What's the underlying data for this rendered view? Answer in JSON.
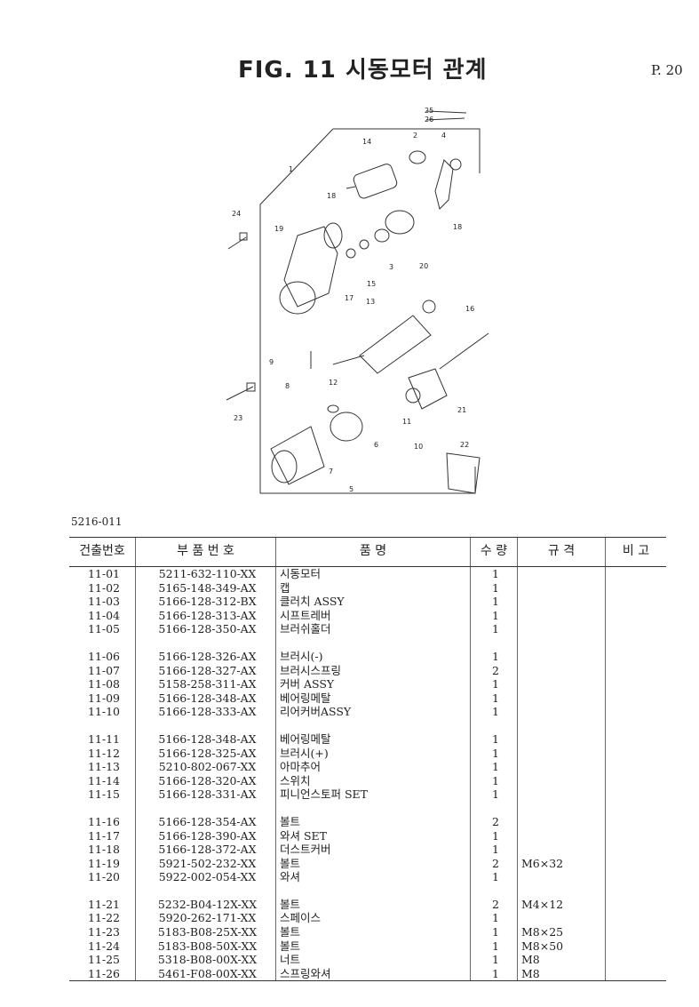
{
  "header": {
    "title": "FIG. 11 시동모터 관계",
    "page": "P. 20"
  },
  "diagram": {
    "labels": [
      "25",
      "26",
      "14",
      "2",
      "4",
      "1",
      "18",
      "24",
      "19",
      "18",
      "3",
      "17",
      "15",
      "20",
      "13",
      "16",
      "9",
      "8",
      "12",
      "23",
      "7",
      "11",
      "6",
      "21",
      "10",
      "5",
      "22"
    ]
  },
  "code": "5216-011",
  "table": {
    "headers": [
      "건출번호",
      "부 품 번 호",
      "품 명",
      "수 량",
      "규 격",
      "비 고"
    ],
    "groups": [
      [
        {
          "no": "11-01",
          "part": "5211-632-110-XX",
          "name": "시동모터",
          "qty": "1",
          "spec": ""
        },
        {
          "no": "11-02",
          "part": "5165-148-349-AX",
          "name": "캡",
          "qty": "1",
          "spec": ""
        },
        {
          "no": "11-03",
          "part": "5166-128-312-BX",
          "name": "클러치 ASSY",
          "qty": "1",
          "spec": ""
        },
        {
          "no": "11-04",
          "part": "5166-128-313-AX",
          "name": "시프트레버",
          "qty": "1",
          "spec": ""
        },
        {
          "no": "11-05",
          "part": "5166-128-350-AX",
          "name": "브러쉬홀더",
          "qty": "1",
          "spec": ""
        }
      ],
      [
        {
          "no": "11-06",
          "part": "5166-128-326-AX",
          "name": "브러시(-)",
          "qty": "1",
          "spec": ""
        },
        {
          "no": "11-07",
          "part": "5166-128-327-AX",
          "name": "브러시스프링",
          "qty": "2",
          "spec": ""
        },
        {
          "no": "11-08",
          "part": "5158-258-311-AX",
          "name": "커버 ASSY",
          "qty": "1",
          "spec": ""
        },
        {
          "no": "11-09",
          "part": "5166-128-348-AX",
          "name": "베어링메탈",
          "qty": "1",
          "spec": ""
        },
        {
          "no": "11-10",
          "part": "5166-128-333-AX",
          "name": "리어커버ASSY",
          "qty": "1",
          "spec": ""
        }
      ],
      [
        {
          "no": "11-11",
          "part": "5166-128-348-AX",
          "name": "베어링메탈",
          "qty": "1",
          "spec": ""
        },
        {
          "no": "11-12",
          "part": "5166-128-325-AX",
          "name": "브러시(+)",
          "qty": "1",
          "spec": ""
        },
        {
          "no": "11-13",
          "part": "5210-802-067-XX",
          "name": "아마추어",
          "qty": "1",
          "spec": ""
        },
        {
          "no": "11-14",
          "part": "5166-128-320-AX",
          "name": "스위치",
          "qty": "1",
          "spec": ""
        },
        {
          "no": "11-15",
          "part": "5166-128-331-AX",
          "name": "피니언스토퍼 SET",
          "qty": "1",
          "spec": ""
        }
      ],
      [
        {
          "no": "11-16",
          "part": "5166-128-354-AX",
          "name": "볼트",
          "qty": "2",
          "spec": ""
        },
        {
          "no": "11-17",
          "part": "5166-128-390-AX",
          "name": "와셔 SET",
          "qty": "1",
          "spec": ""
        },
        {
          "no": "11-18",
          "part": "5166-128-372-AX",
          "name": "더스트커버",
          "qty": "1",
          "spec": ""
        },
        {
          "no": "11-19",
          "part": "5921-502-232-XX",
          "name": "볼트",
          "qty": "2",
          "spec": "M6×32"
        },
        {
          "no": "11-20",
          "part": "5922-002-054-XX",
          "name": "와셔",
          "qty": "1",
          "spec": ""
        }
      ],
      [
        {
          "no": "11-21",
          "part": "5232-B04-12X-XX",
          "name": "볼트",
          "qty": "2",
          "spec": "M4×12"
        },
        {
          "no": "11-22",
          "part": "5920-262-171-XX",
          "name": "스페이스",
          "qty": "1",
          "spec": ""
        },
        {
          "no": "11-23",
          "part": "5183-B08-25X-XX",
          "name": "볼트",
          "qty": "1",
          "spec": "M8×25"
        },
        {
          "no": "11-24",
          "part": "5183-B08-50X-XX",
          "name": "볼트",
          "qty": "1",
          "spec": "M8×50"
        },
        {
          "no": "11-25",
          "part": "5318-B08-00X-XX",
          "name": "너트",
          "qty": "1",
          "spec": "M8"
        },
        {
          "no": "11-26",
          "part": "5461-F08-00X-XX",
          "name": "스프링와셔",
          "qty": "1",
          "spec": "M8"
        }
      ]
    ]
  }
}
